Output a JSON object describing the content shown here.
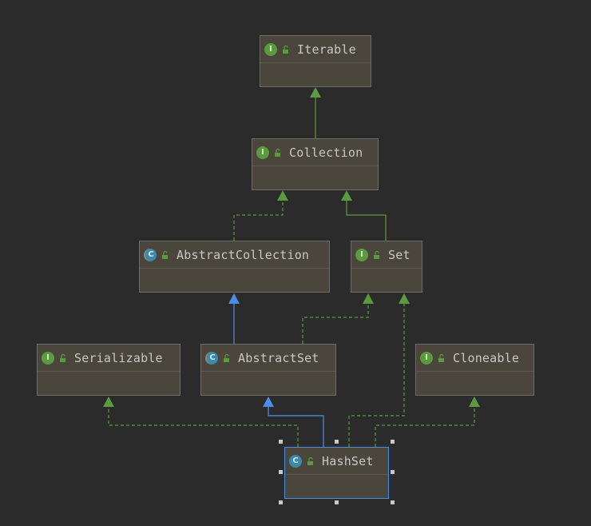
{
  "diagram": {
    "nodes": [
      {
        "id": "iterable",
        "kind": "interface",
        "icon_letter": "I",
        "label": "Iterable"
      },
      {
        "id": "collection",
        "kind": "interface",
        "icon_letter": "I",
        "label": "Collection"
      },
      {
        "id": "abstract-collection",
        "kind": "abstract-class",
        "icon_letter": "C",
        "label": "AbstractCollection"
      },
      {
        "id": "set",
        "kind": "interface",
        "icon_letter": "I",
        "label": "Set"
      },
      {
        "id": "serializable",
        "kind": "interface",
        "icon_letter": "I",
        "label": "Serializable"
      },
      {
        "id": "abstract-set",
        "kind": "abstract-class",
        "icon_letter": "C",
        "label": "AbstractSet"
      },
      {
        "id": "cloneable",
        "kind": "interface",
        "icon_letter": "I",
        "label": "Cloneable"
      },
      {
        "id": "hashset",
        "kind": "class",
        "icon_letter": "C",
        "label": "HashSet",
        "selected": true
      }
    ],
    "edges": [
      {
        "from": "collection",
        "to": "iterable",
        "type": "extends-interface"
      },
      {
        "from": "abstract-collection",
        "to": "collection",
        "type": "implements"
      },
      {
        "from": "set",
        "to": "collection",
        "type": "extends-interface"
      },
      {
        "from": "abstract-set",
        "to": "abstract-collection",
        "type": "extends-class"
      },
      {
        "from": "abstract-set",
        "to": "set",
        "type": "implements"
      },
      {
        "from": "hashset",
        "to": "abstract-set",
        "type": "extends-class"
      },
      {
        "from": "hashset",
        "to": "set",
        "type": "implements"
      },
      {
        "from": "hashset",
        "to": "serializable",
        "type": "implements"
      },
      {
        "from": "hashset",
        "to": "cloneable",
        "type": "implements"
      }
    ],
    "colors": {
      "background": "#2b2b2b",
      "node_fill": "#4a463c",
      "node_border": "#6b6b6b",
      "selected_border": "#4a8fe7",
      "interface_edge": "#5b9a3e",
      "class_edge": "#4a8fe7",
      "interface_icon": "#5b9a3e",
      "class_icon": "#3d8aa8"
    }
  }
}
